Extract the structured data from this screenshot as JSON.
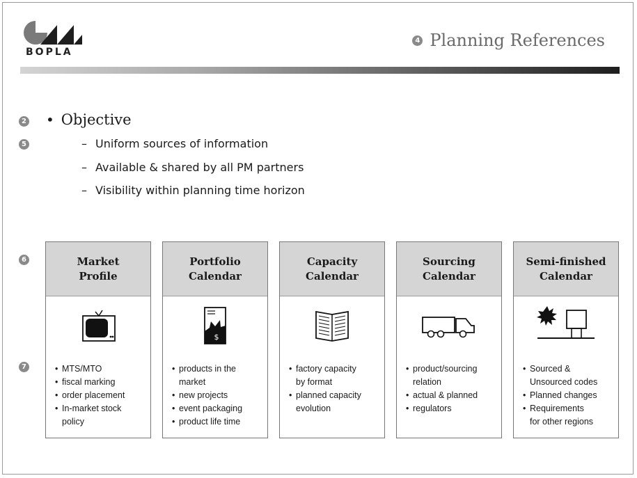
{
  "header": {
    "logo_text": "BOPLA",
    "title_marker": "4",
    "title": "Planning References"
  },
  "objective": {
    "marker": "2",
    "bullet": "•",
    "heading": "Objective",
    "points_marker": "5",
    "points": [
      "Uniform sources of information",
      "Available & shared by all PM partners",
      "Visibility within planning time horizon"
    ]
  },
  "cards_marker": "6",
  "lists_marker": "7",
  "cards": [
    {
      "title_line1": "Market",
      "title_line2": "Profile",
      "icon": "television-icon",
      "items": [
        "MTS/MTO",
        "fiscal marking",
        "order placement",
        "In-market stock",
        "policy"
      ]
    },
    {
      "title_line1": "Portfolio",
      "title_line2": "Calendar",
      "icon": "product-bag-icon",
      "items": [
        "products in the",
        "market",
        "new projects",
        "event packaging",
        "product life time"
      ]
    },
    {
      "title_line1": "Capacity",
      "title_line2": "Calendar",
      "icon": "open-book-icon",
      "items": [
        "factory capacity",
        "by format",
        "planned capacity",
        "evolution"
      ]
    },
    {
      "title_line1": "Sourcing",
      "title_line2": "Calendar",
      "icon": "truck-icon",
      "items": [
        "product/sourcing",
        "relation",
        "actual & planned",
        "regulators"
      ]
    },
    {
      "title_line1": "Semi-finished",
      "title_line2": "Calendar",
      "icon": "factory-burst-icon",
      "items": [
        "Sourced &",
        "Unsourced codes",
        "Planned changes",
        "Requirements",
        "for other regions"
      ]
    }
  ]
}
